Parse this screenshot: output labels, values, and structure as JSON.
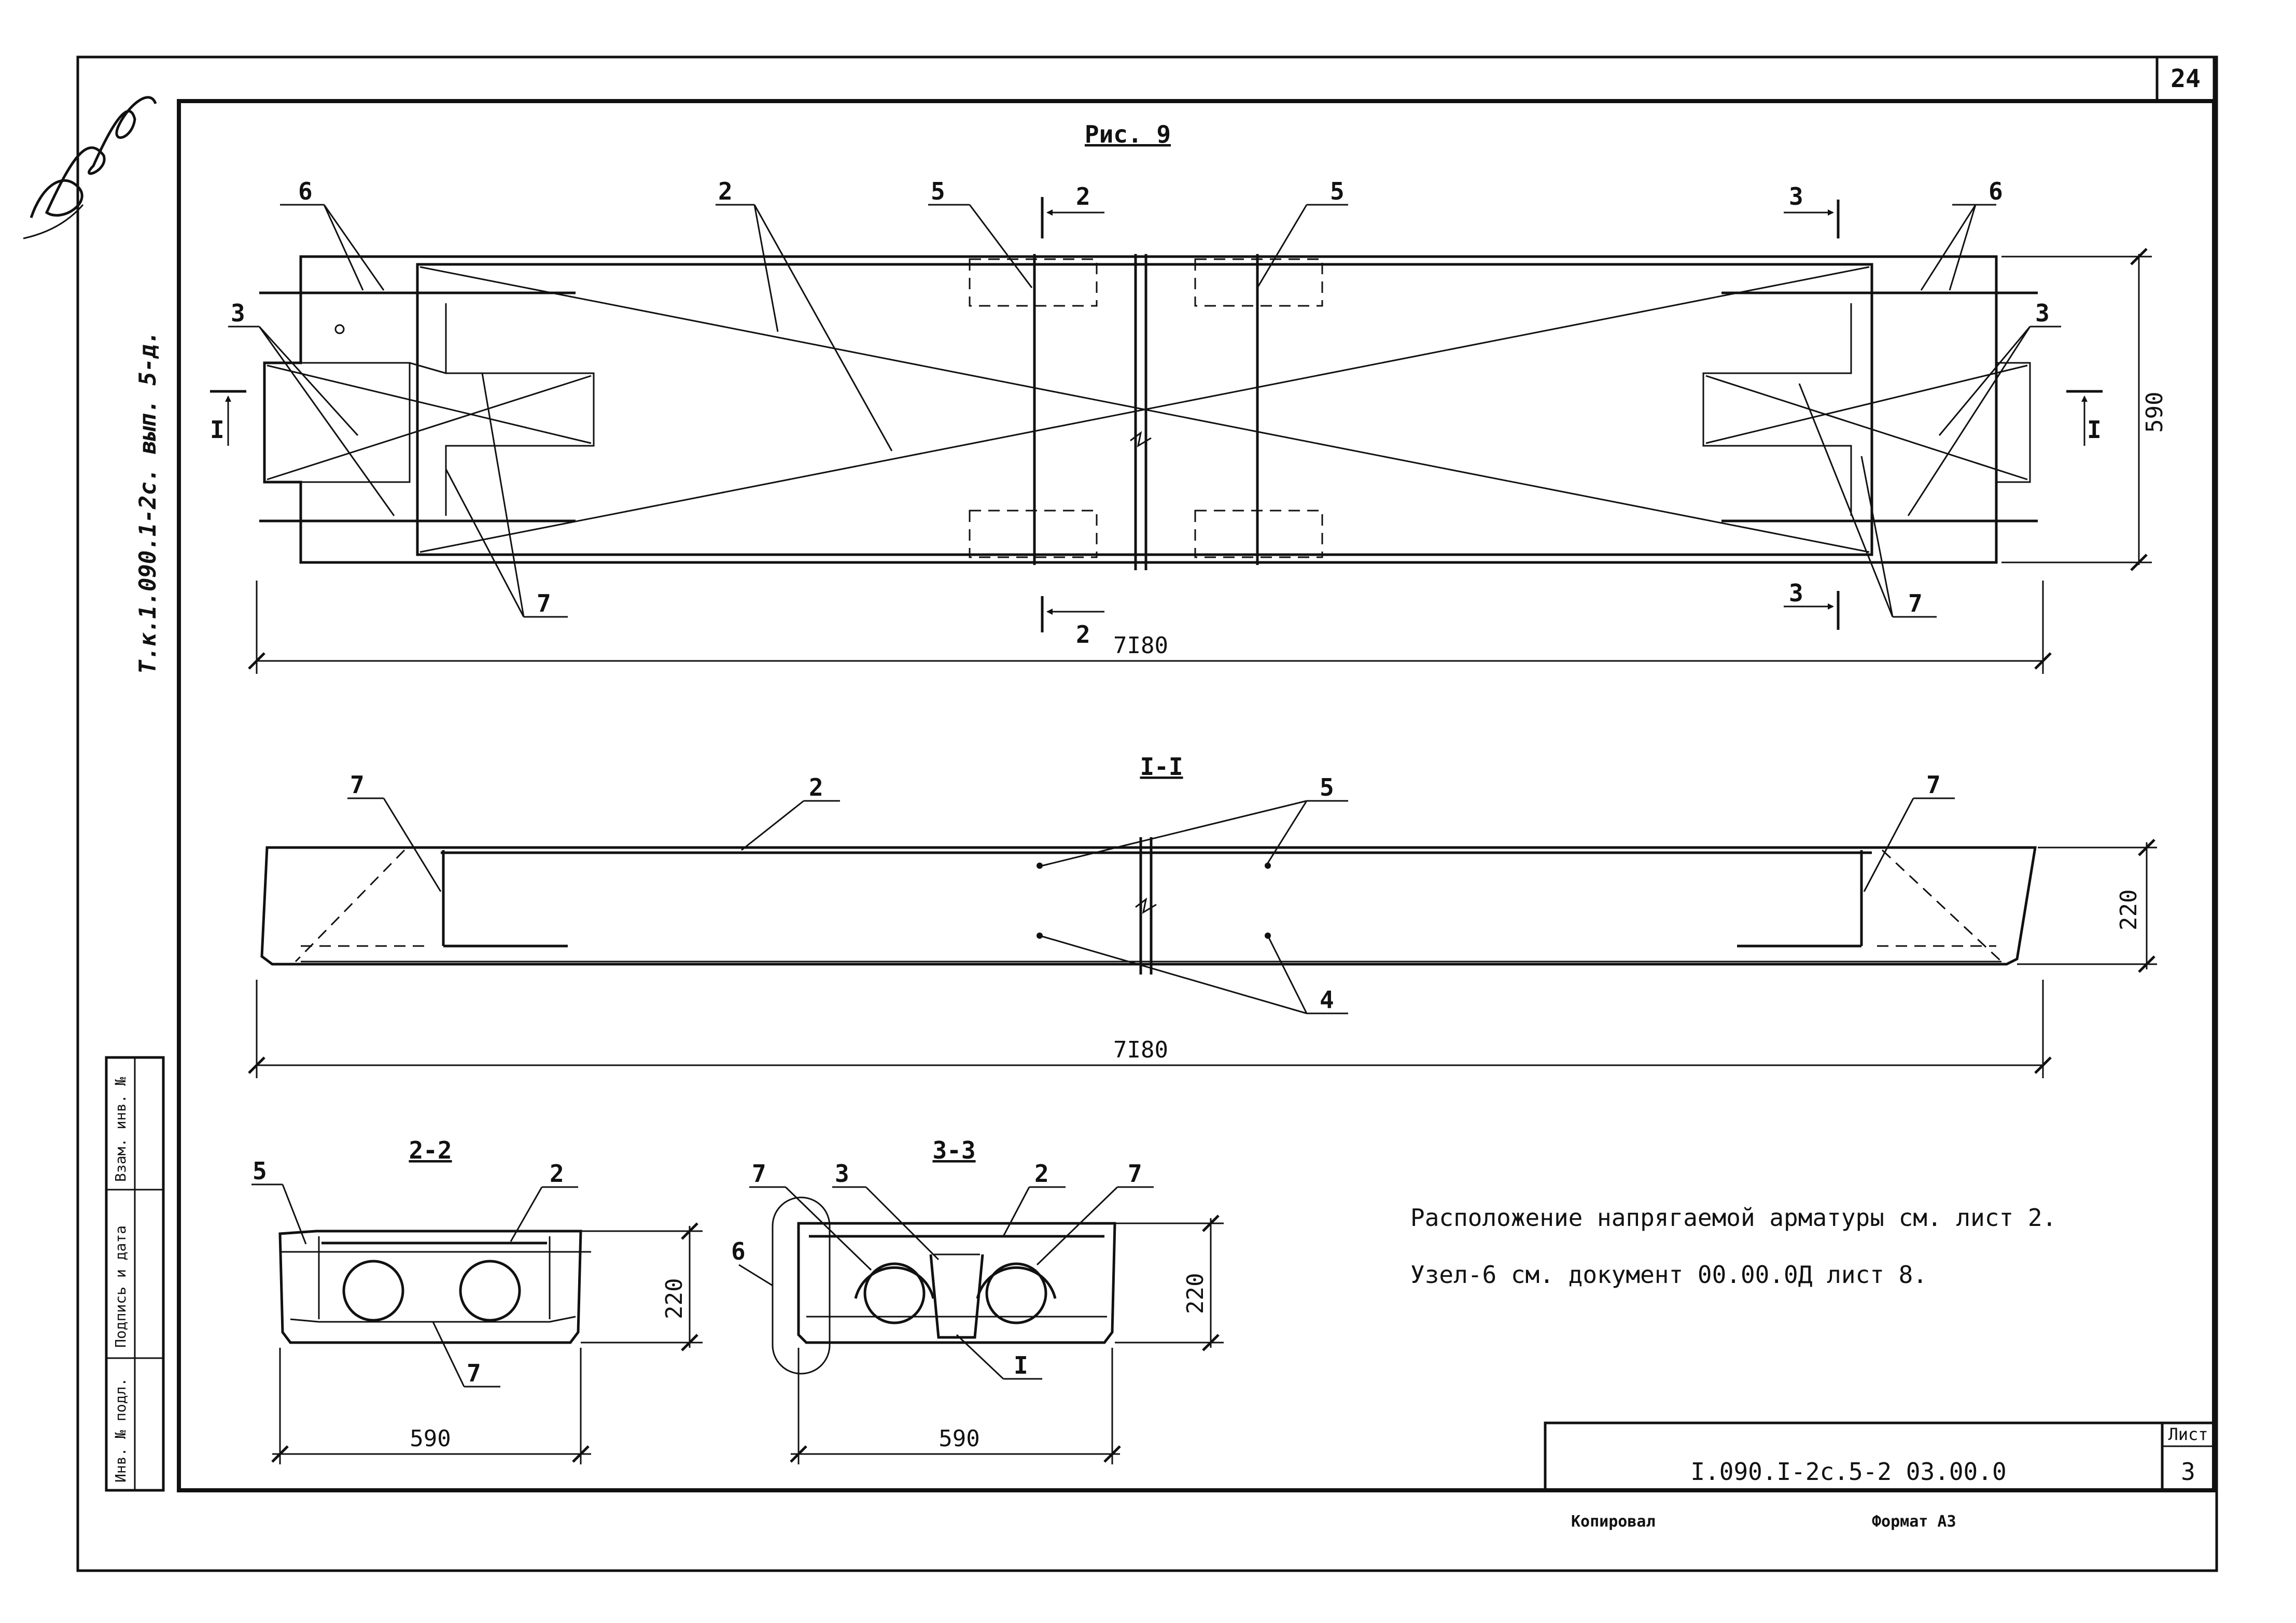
{
  "sheet": {
    "page_number": "24",
    "figure_title": "Рис. 9",
    "side_inscription": "Т.к.1.090.1-2с. вып. 5-д.",
    "stamp_columns": [
      "Инв. № подл.",
      "Подпись и дата",
      "Взам. инв. №"
    ],
    "notes": [
      "Расположение напрягаемой арматуры см. лист 2.",
      "Узел-6 см. документ 00.00.0Д лист 8."
    ],
    "title_block": {
      "document_code": "I.090.I-2c.5-2  03.00.0",
      "sheet_label": "Лист",
      "sheet_number": "3"
    },
    "footer": {
      "copied_label": "Копировал",
      "format_label": "Формат А3"
    }
  },
  "plan": {
    "length_dim": "7I80",
    "width_dim": "590",
    "section_marks": [
      "2",
      "2",
      "3",
      "3",
      "I",
      "I"
    ],
    "callouts": [
      "6",
      "2",
      "5",
      "5",
      "3",
      "6",
      "3",
      "7",
      "7"
    ]
  },
  "section_1": {
    "title": "I-I",
    "length_dim": "7I80",
    "height_dim": "220",
    "callouts": [
      "7",
      "2",
      "5",
      "7",
      "4"
    ]
  },
  "section_2": {
    "title": "2-2",
    "width_dim": "590",
    "height_dim": "220",
    "callouts": [
      "5",
      "2",
      "7"
    ]
  },
  "section_3": {
    "title": "3-3",
    "width_dim": "590",
    "height_dim": "220",
    "callouts": [
      "7",
      "3",
      "2",
      "7",
      "6",
      "I"
    ]
  }
}
